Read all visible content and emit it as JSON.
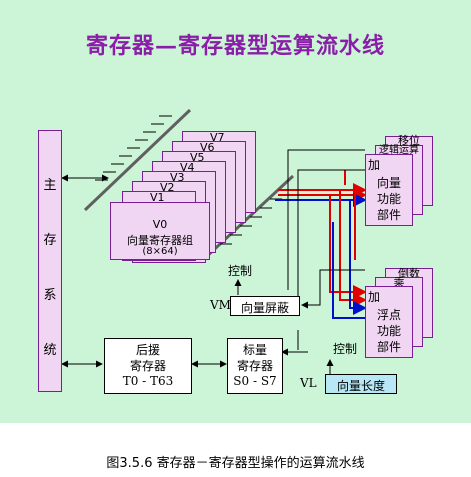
{
  "title": "寄存器—寄存器型运算流水线",
  "caption": "图3.5.6 寄存器－寄存器型操作的运算流水线",
  "main_memory": {
    "chars": [
      "主",
      "存",
      "系",
      "统"
    ]
  },
  "vector_regs": {
    "labels": [
      "V7",
      "V6",
      "V5",
      "V4",
      "V3",
      "V2",
      "V1"
    ],
    "v0": "V0",
    "group_line1": "向量寄存器组",
    "group_line2": "(8×64)"
  },
  "backup_regs": {
    "line1": "后援",
    "line2": "寄存器",
    "line3": "T0 - T63"
  },
  "scalar_regs": {
    "line1": "标量",
    "line2": "寄存器",
    "line3": "S0 - S7"
  },
  "vector_mask": {
    "label": "向量屏蔽",
    "tag": "VM",
    "control": "控制"
  },
  "vector_length": {
    "label": "向量长度",
    "tag": "VL",
    "control": "控制"
  },
  "int_units": {
    "back2": "移位",
    "back1": "逻辑运算",
    "front_top": "加",
    "front_l1": "向量",
    "front_l2": "功能",
    "front_l3": "部件"
  },
  "fp_units": {
    "back2": "倒数",
    "back1": "乘",
    "front_top": "加",
    "front_l1": "浮点",
    "front_l2": "功能",
    "front_l3": "部件"
  },
  "colors": {
    "panel": "#ccf5d8",
    "box": "#f0d6f2",
    "border": "#7a1e96",
    "title": "#8a1ea8",
    "red": "#e00000",
    "blue": "#0010c8",
    "vl_box": "#b8e8f6"
  }
}
